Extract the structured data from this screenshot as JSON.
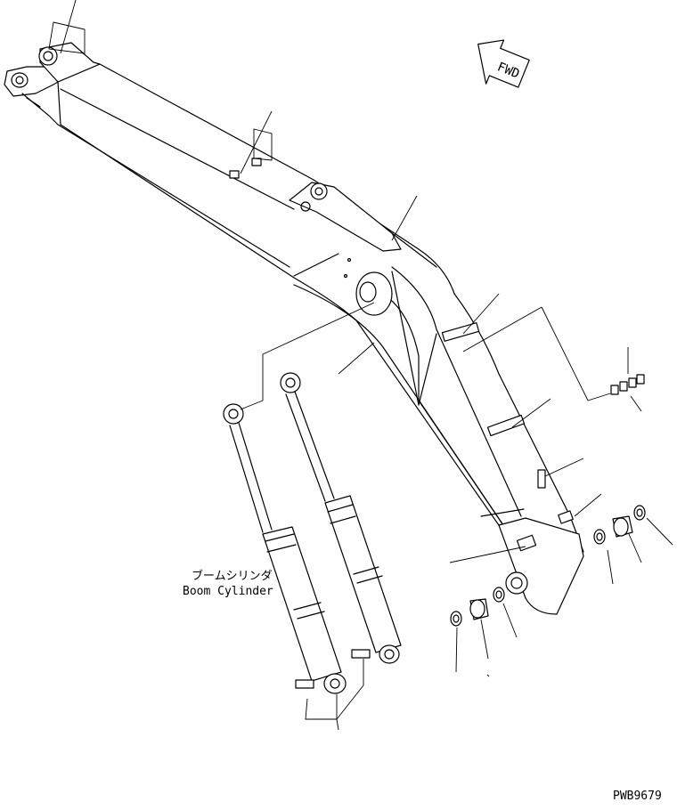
{
  "drawing": {
    "direction_label": "FWD",
    "caption_jp": "ブームシリンダ",
    "caption_en": "Boom Cylinder",
    "drawing_number": "PWB9679"
  }
}
